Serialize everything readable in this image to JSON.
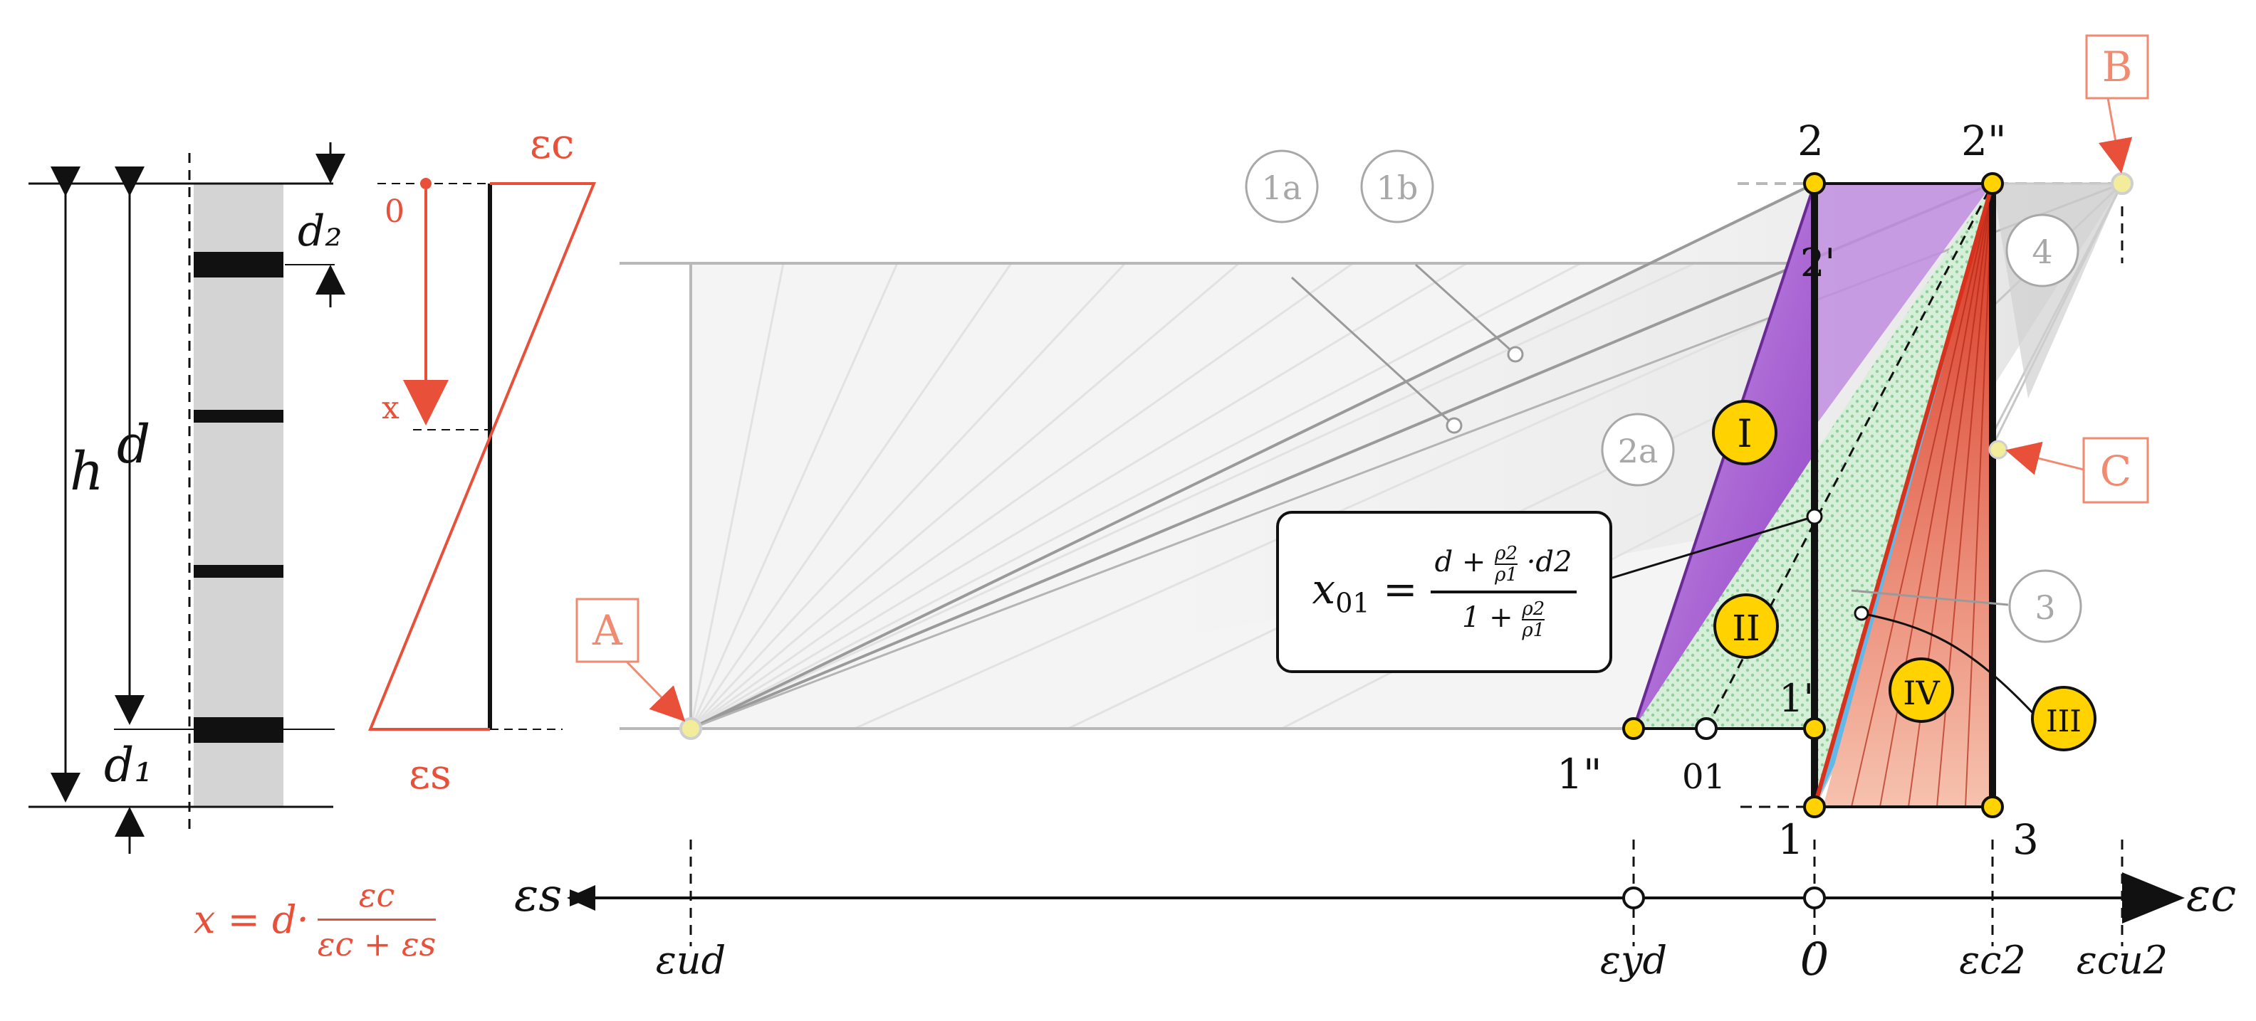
{
  "section_labels": {
    "h": "h",
    "d": "d",
    "d1": "d₁",
    "d2": "d₂"
  },
  "strain_profile": {
    "eps_c": "εc",
    "eps_s": "εs",
    "zero": "0",
    "x": "x"
  },
  "side_formula": {
    "lhs": "x = d·",
    "numerator": "εc",
    "denominator": "εc + εs"
  },
  "points": {
    "A": "A",
    "B": "B",
    "C": "C",
    "p2": "2",
    "p2p": "2'",
    "p2pp": "2\"",
    "p1": "1",
    "p1p": "1'",
    "p1pp": "1\"",
    "p01": "01",
    "p3": "3"
  },
  "circle_labels": {
    "l1a": "1a",
    "l1b": "1b",
    "l2a": "2a",
    "l3": "3",
    "l4": "4"
  },
  "regions": {
    "I": "I",
    "II": "II",
    "III": "III",
    "IV": "IV"
  },
  "axis": {
    "left_label": "εs",
    "right_label": "εc",
    "ticks": [
      "εud",
      "εyd",
      "0",
      "εc2",
      "εcu2"
    ]
  },
  "formula_box": {
    "lhs": "x",
    "lhs_sub": "01",
    "equals": "=",
    "num_d": "d +",
    "num_rho_top": "ρ2",
    "num_rho_bottom": "ρ1",
    "num_tail": "·d2",
    "den_one": "1 +",
    "den_rho_top": "ρ2",
    "den_rho_bottom": "ρ1"
  },
  "colors": {
    "annotation": "#e8503a",
    "region_I": "#a04fd0",
    "region_II": "#d8f0dc",
    "region_III": "#62b8e8",
    "region_IV": "#f26a3f",
    "marker": "#ffd200"
  }
}
